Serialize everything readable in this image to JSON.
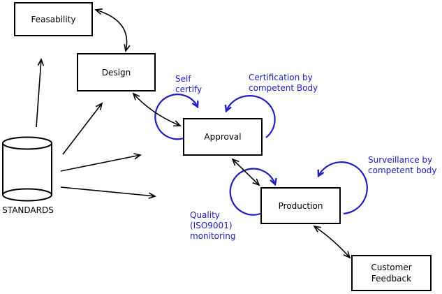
{
  "diagram": {
    "nodes": {
      "feasability": {
        "label": "Feasability"
      },
      "design": {
        "label": "Design"
      },
      "approval": {
        "label": "Approval"
      },
      "production": {
        "label": "Production"
      },
      "customer_feedback": {
        "label": "Customer\nFeedback"
      },
      "standards": {
        "label": "STANDARDS"
      }
    },
    "annotations": {
      "self_certify": {
        "label": "Self\ncertify"
      },
      "certification": {
        "label": "Certification by\ncompetent Body"
      },
      "surveillance": {
        "label": "Surveillance by\ncompetent body"
      },
      "quality_monitoring": {
        "label": "Quality\n(ISO9001)\nmonitoring"
      }
    },
    "colors": {
      "node_stroke": "#000000",
      "arrow": "#000000",
      "annotation_blue": "#2020c0",
      "background": "#ffffff"
    }
  }
}
